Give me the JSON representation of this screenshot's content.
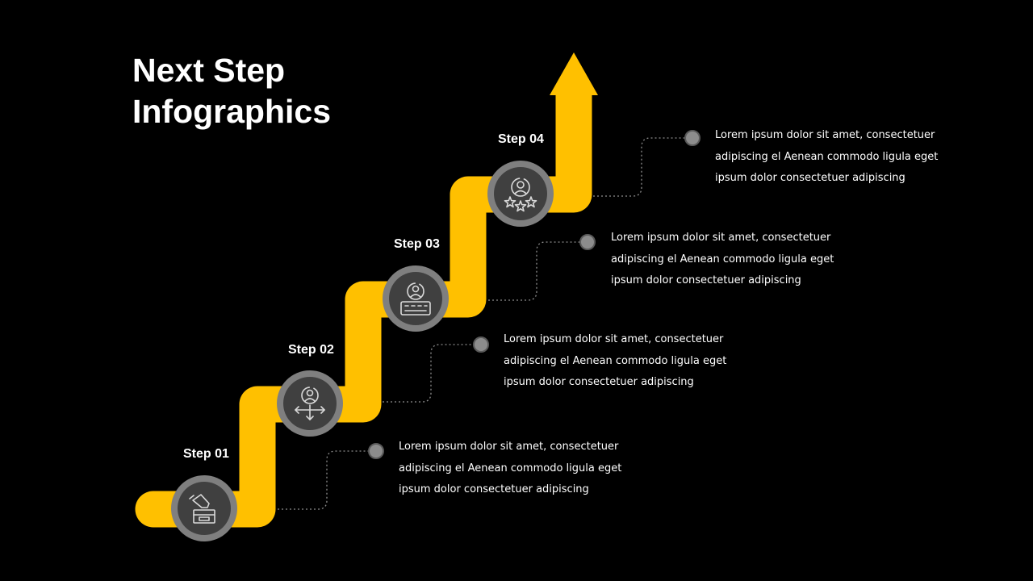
{
  "title": {
    "line1": "Next Step",
    "line2": "Infographics"
  },
  "colors": {
    "background": "#000000",
    "arrow": "#FFC000",
    "icon_ring": "#7F7F7F",
    "icon_fill": "#404040",
    "dot": "#8C8C8C",
    "connector": "#8C8C8C",
    "text": "#FFFFFF"
  },
  "steps": [
    {
      "label": "Step 01",
      "icon": "vote-ballot-icon",
      "desc": [
        "Lorem ipsum dolor sit amet, consectetuer",
        "adipiscing el Aenean commodo ligula eget",
        "ipsum dolor  consectetuer adipiscing"
      ]
    },
    {
      "label": "Step 02",
      "icon": "user-directions-icon",
      "desc": [
        "Lorem ipsum dolor sit amet, consectetuer",
        "adipiscing el Aenean commodo ligula eget",
        "ipsum dolor  consectetuer adipiscing"
      ]
    },
    {
      "label": "Step 03",
      "icon": "user-keyboard-icon",
      "desc": [
        "Lorem ipsum dolor sit amet, consectetuer",
        "adipiscing el Aenean commodo ligula eget",
        "ipsum dolor  consectetuer adipiscing"
      ]
    },
    {
      "label": "Step 04",
      "icon": "user-rating-stars-icon",
      "desc": [
        "Lorem ipsum dolor sit amet, consectetuer",
        "adipiscing el Aenean commodo ligula eget",
        "ipsum dolor  consectetuer adipiscing"
      ]
    }
  ]
}
